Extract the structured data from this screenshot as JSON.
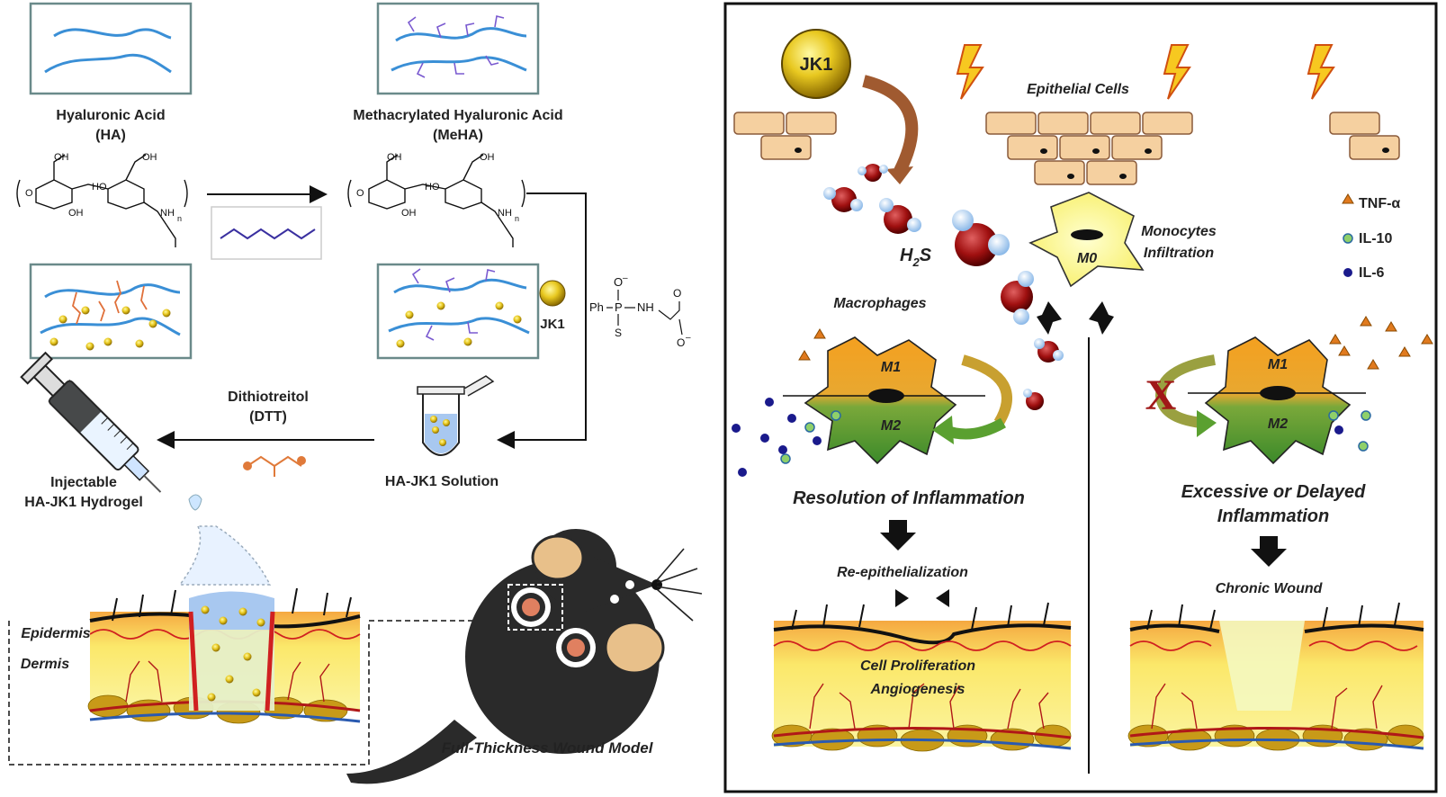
{
  "left": {
    "ha_label": "Hyaluronic Acid",
    "ha_abbr": "(HA)",
    "meha_label": "Methacrylated Hyaluronic Acid",
    "meha_abbr": "(MeHA)",
    "jk1_chip": "JK1",
    "dtt_label": "Dithiotreitol",
    "dtt_abbr": "(DTT)",
    "solution_label": "HA-JK1 Solution",
    "injectable_line1": "Injectable",
    "injectable_line2": "HA-JK1 Hydrogel",
    "epidermis": "Epidermis",
    "dermis": "Dermis",
    "wound_model": "Full-Thickness Wound Model",
    "chem": {
      "o_minus_top": "O",
      "ph": "Ph",
      "p": "P",
      "nh": "NH",
      "s": "S",
      "o_minus_bottom": "O",
      "o": "O",
      "oh": "OH",
      "ho": "HO",
      "nh_ring": "NH",
      "n": "n"
    }
  },
  "right": {
    "jk1": "JK1",
    "epithelial": "Epithelial Cells",
    "h2s_h": "H",
    "h2s_sub": "2",
    "h2s_s": "S",
    "m0": "M0",
    "monocytes_line1": "Monocytes",
    "monocytes_line2": "Infiltration",
    "macrophages": "Macrophages",
    "m1": "M1",
    "m2": "M2",
    "legend": [
      {
        "label": "TNF-α",
        "color": "#e07a1e",
        "marker": "triangle"
      },
      {
        "label": "IL-10",
        "color": "#8fd06a",
        "marker": "circle"
      },
      {
        "label": "IL-6",
        "color": "#1a1a8c",
        "marker": "circle"
      }
    ],
    "resolution": "Resolution of Inflammation",
    "excessive_line1": "Excessive or Delayed",
    "excessive_line2": "Inflammation",
    "reepithelialization": "Re-epithelialization",
    "chronic": "Chronic Wound",
    "cell_prolif": "Cell Proliferation",
    "angiogenesis": "Angiogenesis",
    "x_mark": "X"
  },
  "colors": {
    "chain": "#3a8fd6",
    "crosslink": "#7a5ad0",
    "gold": "#e8c820",
    "orange": "#f0a030",
    "green": "#4a9a2a",
    "skin_yellow": "#f8f070",
    "skin_orange": "#f5b040",
    "fat": "#c89a18",
    "blood_red": "#b01818",
    "vein_blue": "#2a5ab0"
  }
}
